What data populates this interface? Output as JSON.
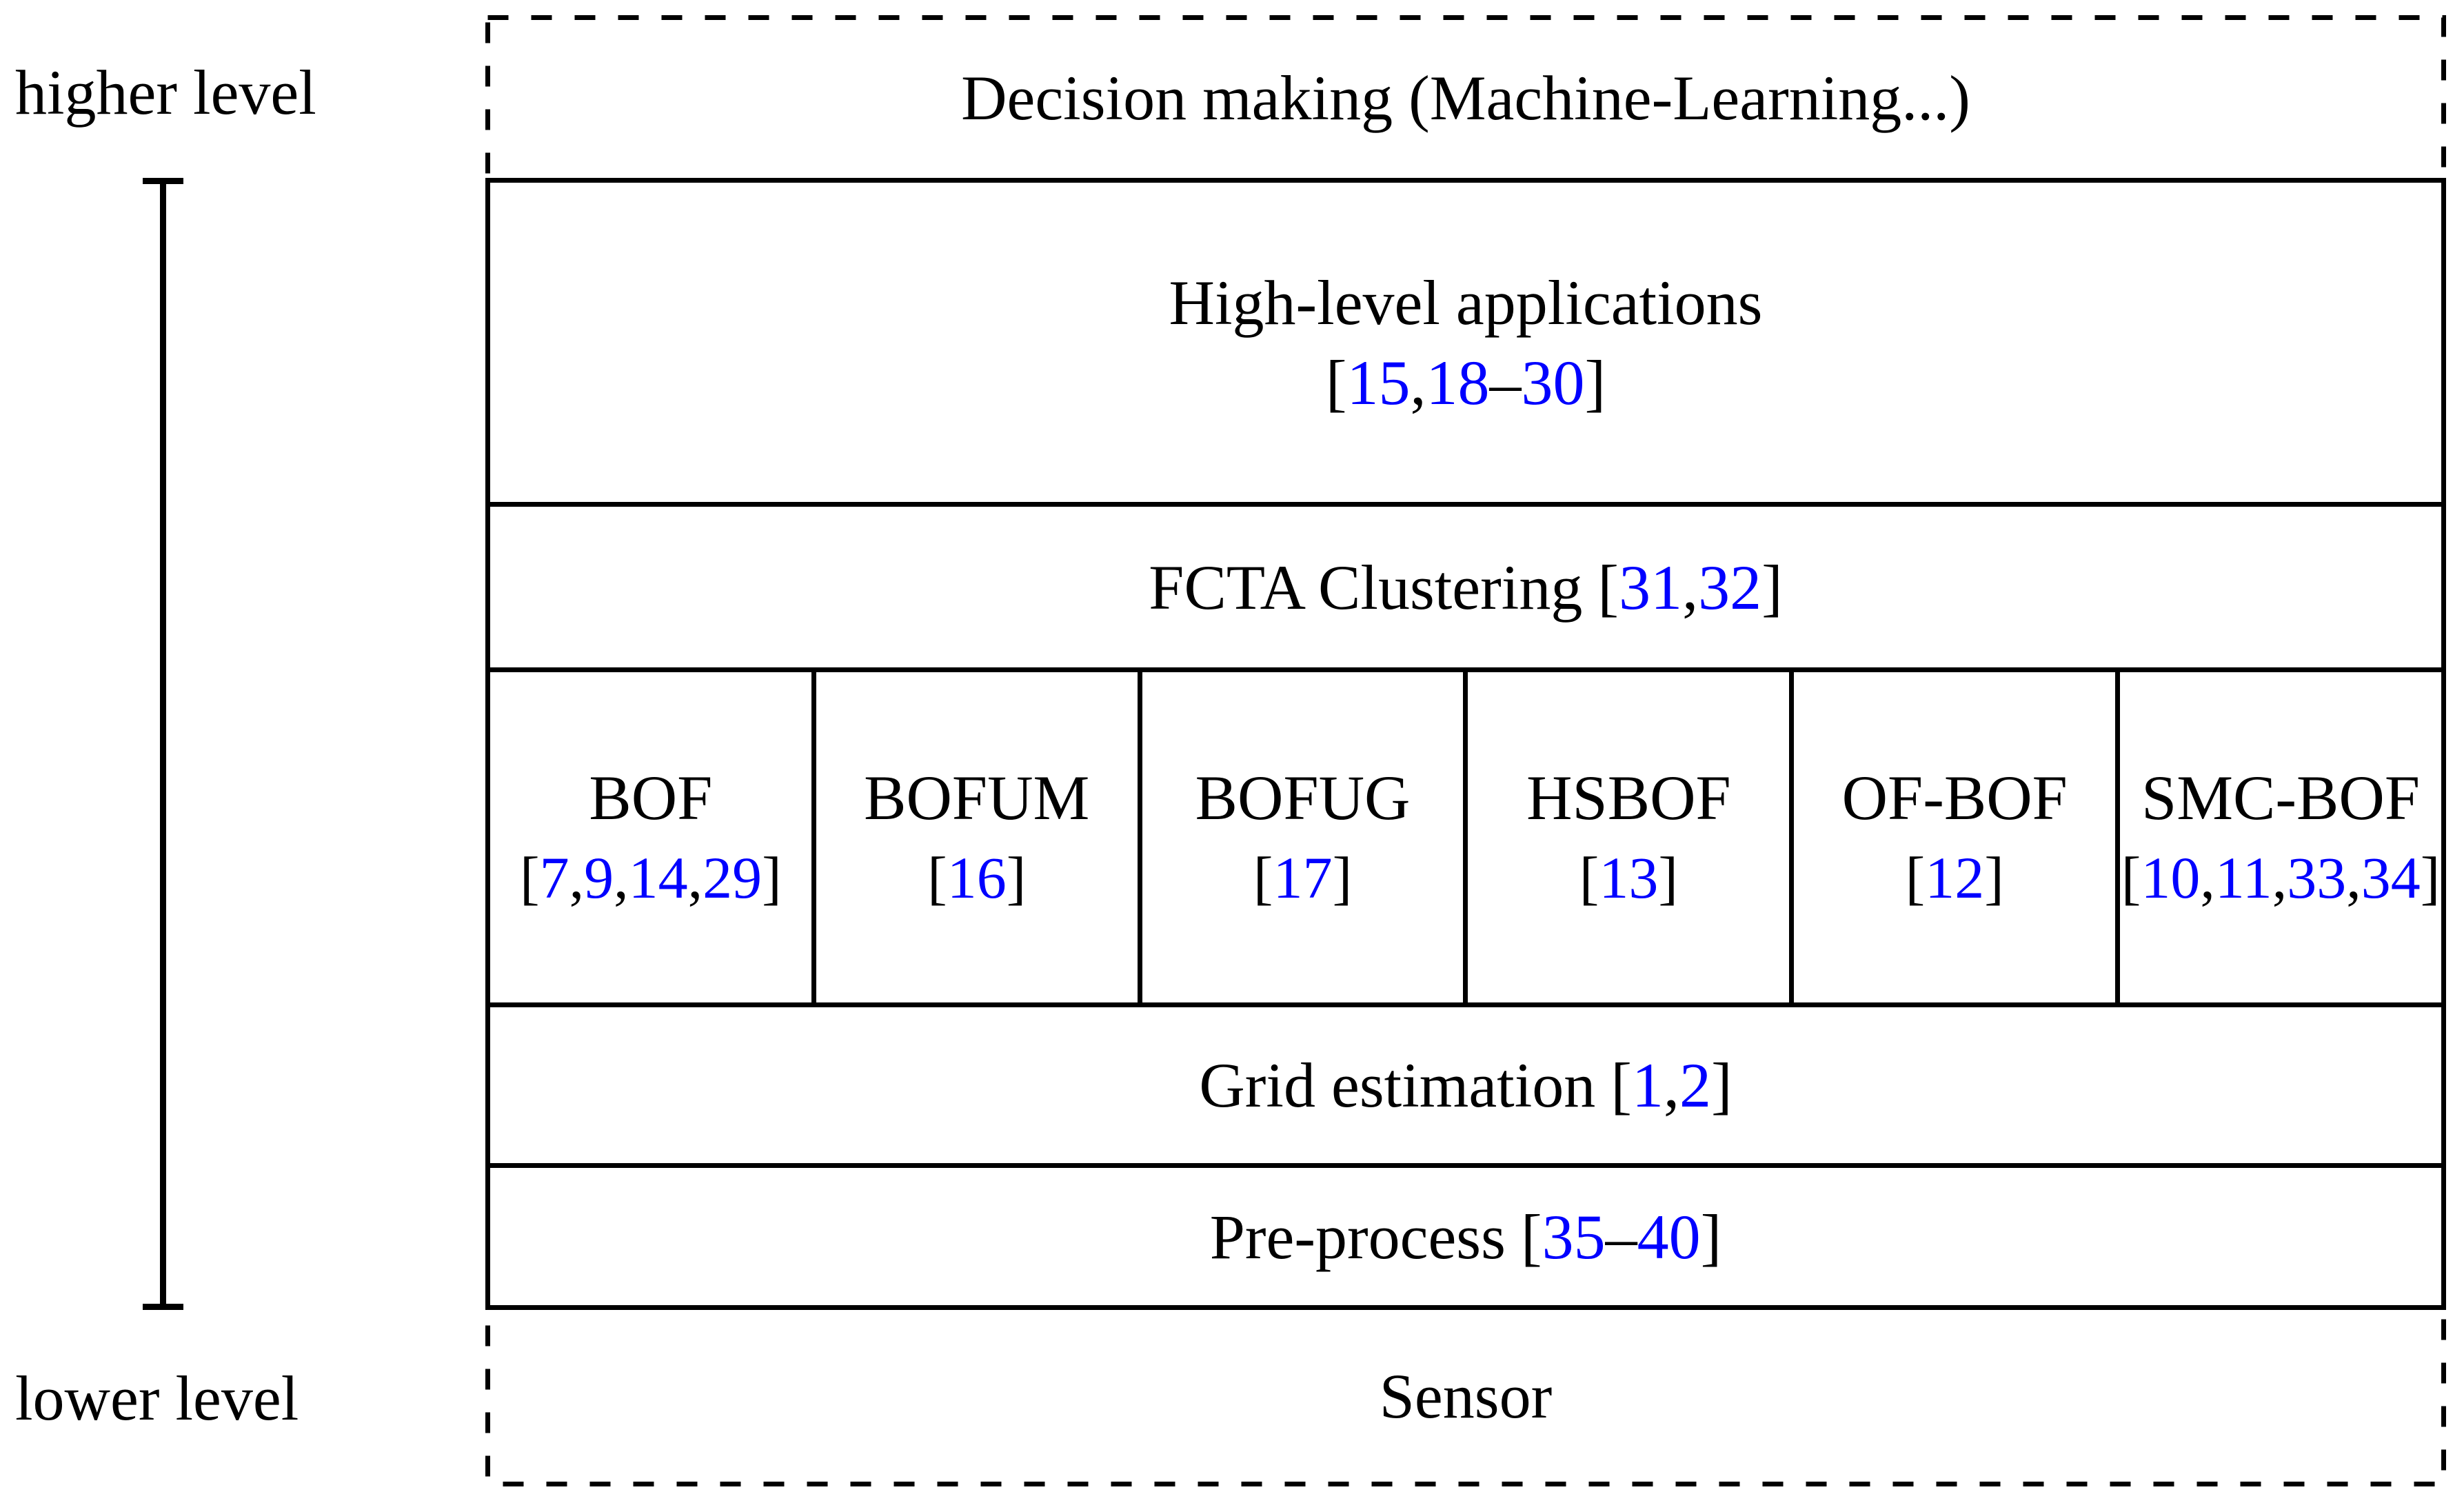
{
  "side": {
    "higher_label": "higher level",
    "lower_label": "lower level"
  },
  "layers": {
    "decision": {
      "label": "Decision making (Machine-Learning...)"
    },
    "high_level": {
      "label": "High-level applications",
      "refs": "[15,18–30]"
    },
    "fcta": {
      "label": "FCTA Clustering",
      "refs": "[31,32]"
    },
    "methods": [
      {
        "label": "BOF",
        "refs": "[7,9,14,29]"
      },
      {
        "label": "BOFUM",
        "refs": "[16]"
      },
      {
        "label": "BOFUG",
        "refs": "[17]"
      },
      {
        "label": "HSBOF",
        "refs": "[13]"
      },
      {
        "label": "OF-BOF",
        "refs": "[12]"
      },
      {
        "label": "SMC-BOF",
        "refs": "[10,11,33,34]"
      }
    ],
    "grid": {
      "label": "Grid estimation",
      "refs": "[1,2]"
    },
    "preprocess": {
      "label": "Pre-process",
      "refs": "[35–40]"
    },
    "sensor": {
      "label": "Sensor"
    }
  },
  "colors": {
    "citation": "#0000ff",
    "text": "#000000",
    "background": "#ffffff"
  }
}
